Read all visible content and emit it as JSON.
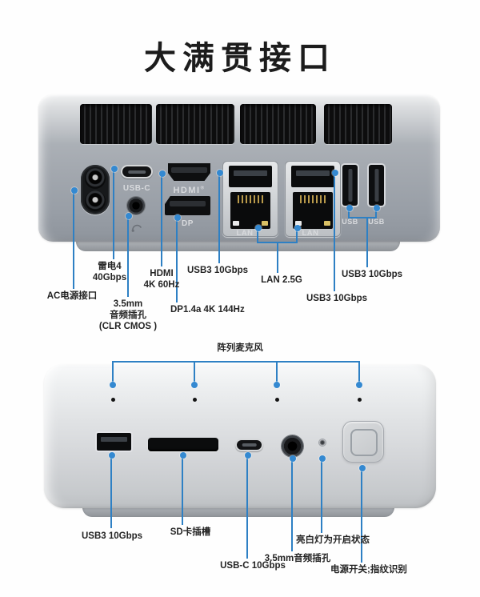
{
  "title": "大满贯接口",
  "colors": {
    "accent": "#2e80c4",
    "dot": "#3489d1"
  },
  "rear": {
    "port_labels": {
      "usb_c": "USB-C",
      "hdmi": "HDMI",
      "hdmi_reg": "®",
      "dp": "DP",
      "lan1": "LAN",
      "lan2": "LAN",
      "usb1": "USB",
      "usb2": "USB"
    },
    "callouts": {
      "ac_power": "AC电源接口",
      "thunderbolt": "雷电4\n40Gbps",
      "audio_jack": "3.5mm\n音频插孔\n(CLR CMOS )",
      "hdmi": "HDMI\n4K 60Hz",
      "dp": "DP1.4a 4K 144Hz",
      "usb3_a": "USB3 10Gbps",
      "lan": "LAN 2.5G",
      "usb3_b": "USB3 10Gbps",
      "usb3_c": "USB3 10Gbps"
    }
  },
  "front": {
    "callouts": {
      "mic_array": "阵列麦克风",
      "usb3": "USB3 10Gbps",
      "sd_slot": "SD卡插槽",
      "usb_c": "USB-C 10Gbps",
      "audio_jack": "3.5mm音频插孔",
      "status_led": "亮白灯为开启状态",
      "power_button": "电源开关;指纹识别"
    }
  }
}
